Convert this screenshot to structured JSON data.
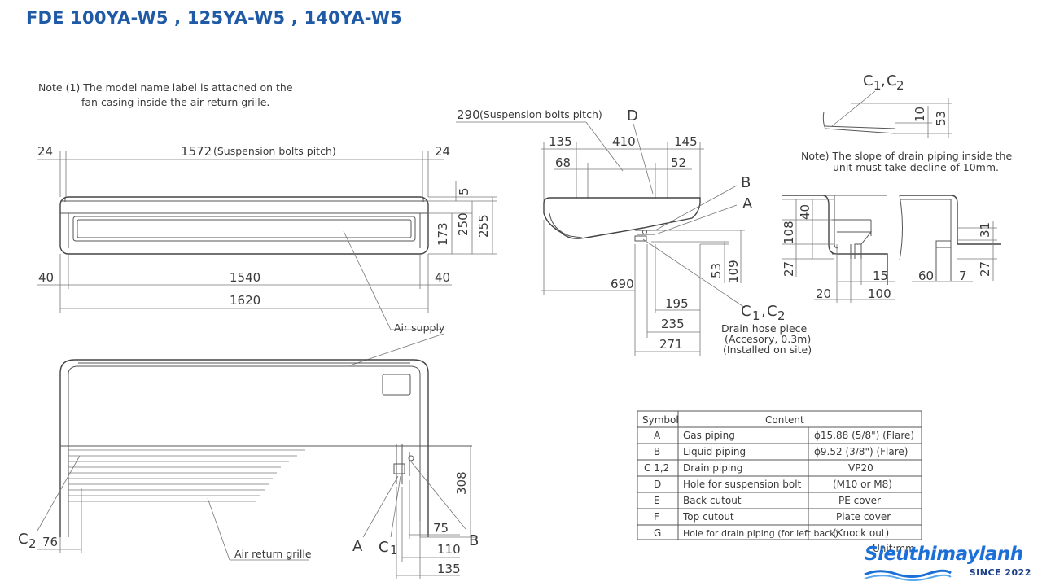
{
  "title": "FDE 100YA-W5 , 125YA-W5 , 140YA-W5",
  "notes": {
    "note1_line1": "Note (1) The model name label is attached on the",
    "note1_line2": "fan casing inside the air return grille.",
    "slope_line1": "Note) The slope of drain piping inside the",
    "slope_line2": "unit must take decline of 10mm."
  },
  "front": {
    "d24_left": "24",
    "d1572": "1572",
    "pitch_label": "(Suspension bolts pitch)",
    "d24_right": "24",
    "d5": "5",
    "d173": "173",
    "d250": "250",
    "d255": "255",
    "d40_left": "40",
    "d1540": "1540",
    "d40_right": "40",
    "d1620": "1620",
    "air_supply": "Air supply"
  },
  "bottom": {
    "c2": "C",
    "c2_sub": "2",
    "d76": "76",
    "air_return": "Air return grille",
    "d308": "308",
    "a": "A",
    "c1": "C",
    "c1_sub": "1",
    "b": "B",
    "d75": "75",
    "d110": "110",
    "d135": "135"
  },
  "side": {
    "d290": "290",
    "pitch_label": "(Suspension bolts pitch)",
    "d": "D",
    "d135": "135",
    "d410": "410",
    "d145": "145",
    "d68": "68",
    "d52": "52",
    "b": "B",
    "a": "A",
    "d53": "53",
    "d109": "109",
    "d690": "690",
    "c12": "C",
    "c12_sub1": "1",
    "c12_sub2": "2",
    "d195": "195",
    "d235": "235",
    "d271": "271",
    "hose1": "Drain hose piece",
    "hose2": "(Accesory, 0.3m)",
    "hose3": "(Installed on site)"
  },
  "slope": {
    "c12": "C",
    "c12_sub1": "1",
    "c12_sub2": "2",
    "d10": "10",
    "d53": "53"
  },
  "cutouts": {
    "d40": "40",
    "d108": "108",
    "d27_left": "27",
    "d15": "15",
    "d20": "20",
    "d100": "100",
    "d31": "31",
    "d60": "60",
    "d7": "7",
    "d27_right": "27"
  },
  "table": {
    "headers": [
      "Symbol",
      "Content"
    ],
    "rows": [
      {
        "symbol": "A",
        "content": "Gas piping",
        "spec": "ϕ15.88 (5/8\") (Flare)"
      },
      {
        "symbol": "B",
        "content": "Liquid piping",
        "spec": "ϕ9.52 (3/8\") (Flare)"
      },
      {
        "symbol": "C 1,2",
        "content": "Drain piping",
        "spec": "VP20"
      },
      {
        "symbol": "D",
        "content": "Hole for suspension bolt",
        "spec": "(M10 or M8)"
      },
      {
        "symbol": "E",
        "content": "Back cutout",
        "spec": "PE cover"
      },
      {
        "symbol": "F",
        "content": "Top cutout",
        "spec": "Plate cover"
      },
      {
        "symbol": "G",
        "content": "Hole for drain piping  (for left back)",
        "spec": "(Knock out)"
      }
    ],
    "unit": "Unit:mm"
  },
  "logo": {
    "brand": "Sieuthimaylanh",
    "since": "SINCE 2022",
    "brand_color": "#1b6fd6"
  },
  "colors": {
    "title": "#1f5aa6",
    "line": "#555555"
  }
}
